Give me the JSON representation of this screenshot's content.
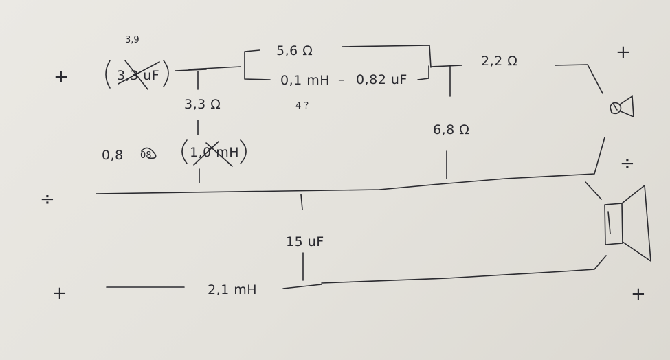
{
  "labels": {
    "cap_alt": "3,9",
    "cap_top": "3,3 uF",
    "res_56": "5,6 Ω",
    "ind_01": "0,1 mH",
    "dash": "–",
    "cap_082": "0,82 uF",
    "qmark": "4 ?",
    "res_22": "2,2 Ω",
    "res_33": "3,3 Ω",
    "ind_08": "0,8",
    "ind_08_cross": "08",
    "ind_10": "1,0 mH",
    "res_68": "6,8 Ω",
    "cap_15": "15 uF",
    "ind_21": "2,1 mH"
  },
  "polarity": {
    "plus_in_top": "+",
    "minus_in": "÷",
    "plus_in_bottom": "+",
    "plus_tw": "+",
    "minus_tw": "÷",
    "plus_wf": "+"
  },
  "colors": {
    "ink": "#2b2b30",
    "paper": "#e8e6e1"
  }
}
